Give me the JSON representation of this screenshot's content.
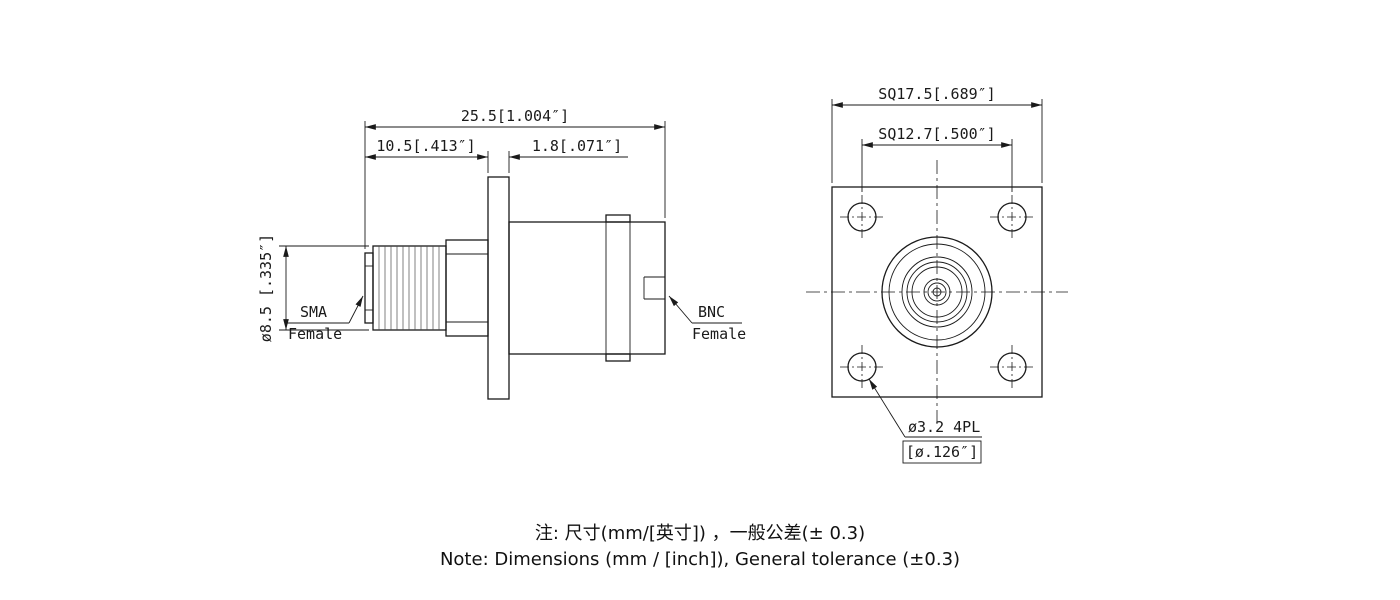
{
  "side_view": {
    "dim_overall_length": "25.5[1.004″]",
    "dim_sma_length": "10.5[.413″]",
    "dim_flange_thickness": "1.8[.071″]",
    "dim_body_diameter": "ø8.5 [.335″]",
    "sma_label_line1": "SMA",
    "sma_label_line2": "Female",
    "bnc_label_line1": "BNC",
    "bnc_label_line2": "Female"
  },
  "front_view": {
    "dim_flange_square": "SQ17.5[.689″]",
    "dim_hole_spacing": "SQ12.7[.500″]",
    "dim_hole_diameter": "ø3.2 4PL",
    "dim_hole_diameter_inch": "[ø.126″]"
  },
  "notes": {
    "chinese": "注: 尺寸(mm/[英寸]) ，一般公差(± 0.3)",
    "english": "Note: Dimensions (mm / [inch]), General tolerance (±0.3)"
  },
  "colors": {
    "line": "#1a1a1a",
    "background": "#ffffff"
  }
}
